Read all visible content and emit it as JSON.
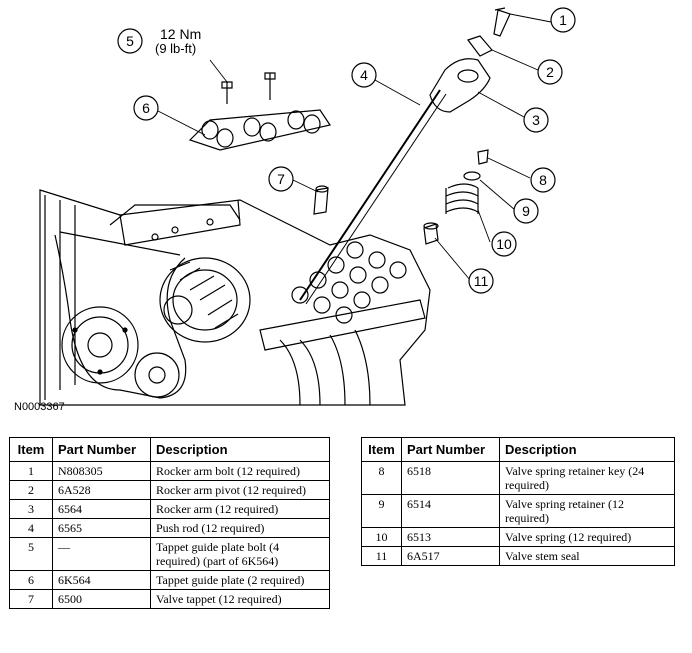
{
  "figure": {
    "id": "N0003367",
    "torque_value": "12 Nm",
    "torque_imperial": "(9 lb-ft)",
    "callouts": [
      "1",
      "2",
      "3",
      "4",
      "5",
      "6",
      "7",
      "8",
      "9",
      "10",
      "11"
    ]
  },
  "table_headers": {
    "item": "Item",
    "part_number": "Part Number",
    "description": "Description"
  },
  "table_left": [
    {
      "item": "1",
      "part_number": "N808305",
      "description": "Rocker arm bolt (12 required)"
    },
    {
      "item": "2",
      "part_number": "6A528",
      "description": "Rocker arm pivot (12 required)"
    },
    {
      "item": "3",
      "part_number": "6564",
      "description": "Rocker arm (12 required)"
    },
    {
      "item": "4",
      "part_number": "6565",
      "description": "Push rod (12 required)"
    },
    {
      "item": "5",
      "part_number": "—",
      "description": "Tappet guide plate bolt (4 required) (part of 6K564)"
    },
    {
      "item": "6",
      "part_number": "6K564",
      "description": "Tappet guide plate (2 required)"
    },
    {
      "item": "7",
      "part_number": "6500",
      "description": "Valve tappet (12 required)"
    }
  ],
  "table_right": [
    {
      "item": "8",
      "part_number": "6518",
      "description": "Valve spring retainer key (24 required)"
    },
    {
      "item": "9",
      "part_number": "6514",
      "description": "Valve spring retainer (12 required)"
    },
    {
      "item": "10",
      "part_number": "6513",
      "description": "Valve spring (12 required)"
    },
    {
      "item": "11",
      "part_number": "6A517",
      "description": "Valve stem seal"
    }
  ]
}
